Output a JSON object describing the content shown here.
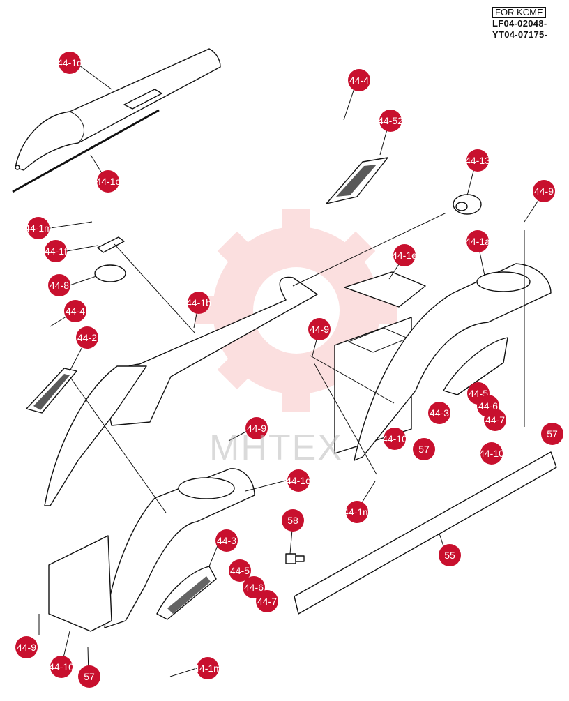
{
  "reference": {
    "tag": "FOR KCME",
    "serials": [
      "LF04-02048-",
      "YT04-07175-"
    ]
  },
  "watermark": "МНТЕХ",
  "colors": {
    "callout": "#c8102e",
    "watermark_gear": "#f4a5a5"
  },
  "callouts": [
    {
      "id": "c1",
      "label": "44-1d"
    },
    {
      "id": "c2",
      "label": "44-1c"
    },
    {
      "id": "c3",
      "label": "44-4"
    },
    {
      "id": "c4",
      "label": "44-52"
    },
    {
      "id": "c5",
      "label": "44-13"
    },
    {
      "id": "c6",
      "label": "44-9"
    },
    {
      "id": "c7",
      "label": "44-1m"
    },
    {
      "id": "c8",
      "label": "44-1f"
    },
    {
      "id": "c9",
      "label": "44-8"
    },
    {
      "id": "c10",
      "label": "44-1e"
    },
    {
      "id": "c11",
      "label": "44-1a"
    },
    {
      "id": "c12",
      "label": "44-1b"
    },
    {
      "id": "c13",
      "label": "44-4"
    },
    {
      "id": "c14",
      "label": "44-2"
    },
    {
      "id": "c15",
      "label": "44-9"
    },
    {
      "id": "c16",
      "label": "44-5"
    },
    {
      "id": "c17",
      "label": "44-6"
    },
    {
      "id": "c18",
      "label": "44-3"
    },
    {
      "id": "c19",
      "label": "44-7"
    },
    {
      "id": "c20",
      "label": "44-10"
    },
    {
      "id": "c21",
      "label": "57"
    },
    {
      "id": "c22",
      "label": "44-10"
    },
    {
      "id": "c23",
      "label": "57"
    },
    {
      "id": "c24",
      "label": "44-9"
    },
    {
      "id": "c25",
      "label": "44-1d"
    },
    {
      "id": "c26",
      "label": "44-1m"
    },
    {
      "id": "c27",
      "label": "58"
    },
    {
      "id": "c28",
      "label": "55"
    },
    {
      "id": "c29",
      "label": "44-3"
    },
    {
      "id": "c30",
      "label": "44-5"
    },
    {
      "id": "c31",
      "label": "44-6"
    },
    {
      "id": "c32",
      "label": "44-7"
    },
    {
      "id": "c33",
      "label": "44-9"
    },
    {
      "id": "c34",
      "label": "44-10"
    },
    {
      "id": "c35",
      "label": "57"
    },
    {
      "id": "c36",
      "label": "44-1m"
    }
  ]
}
